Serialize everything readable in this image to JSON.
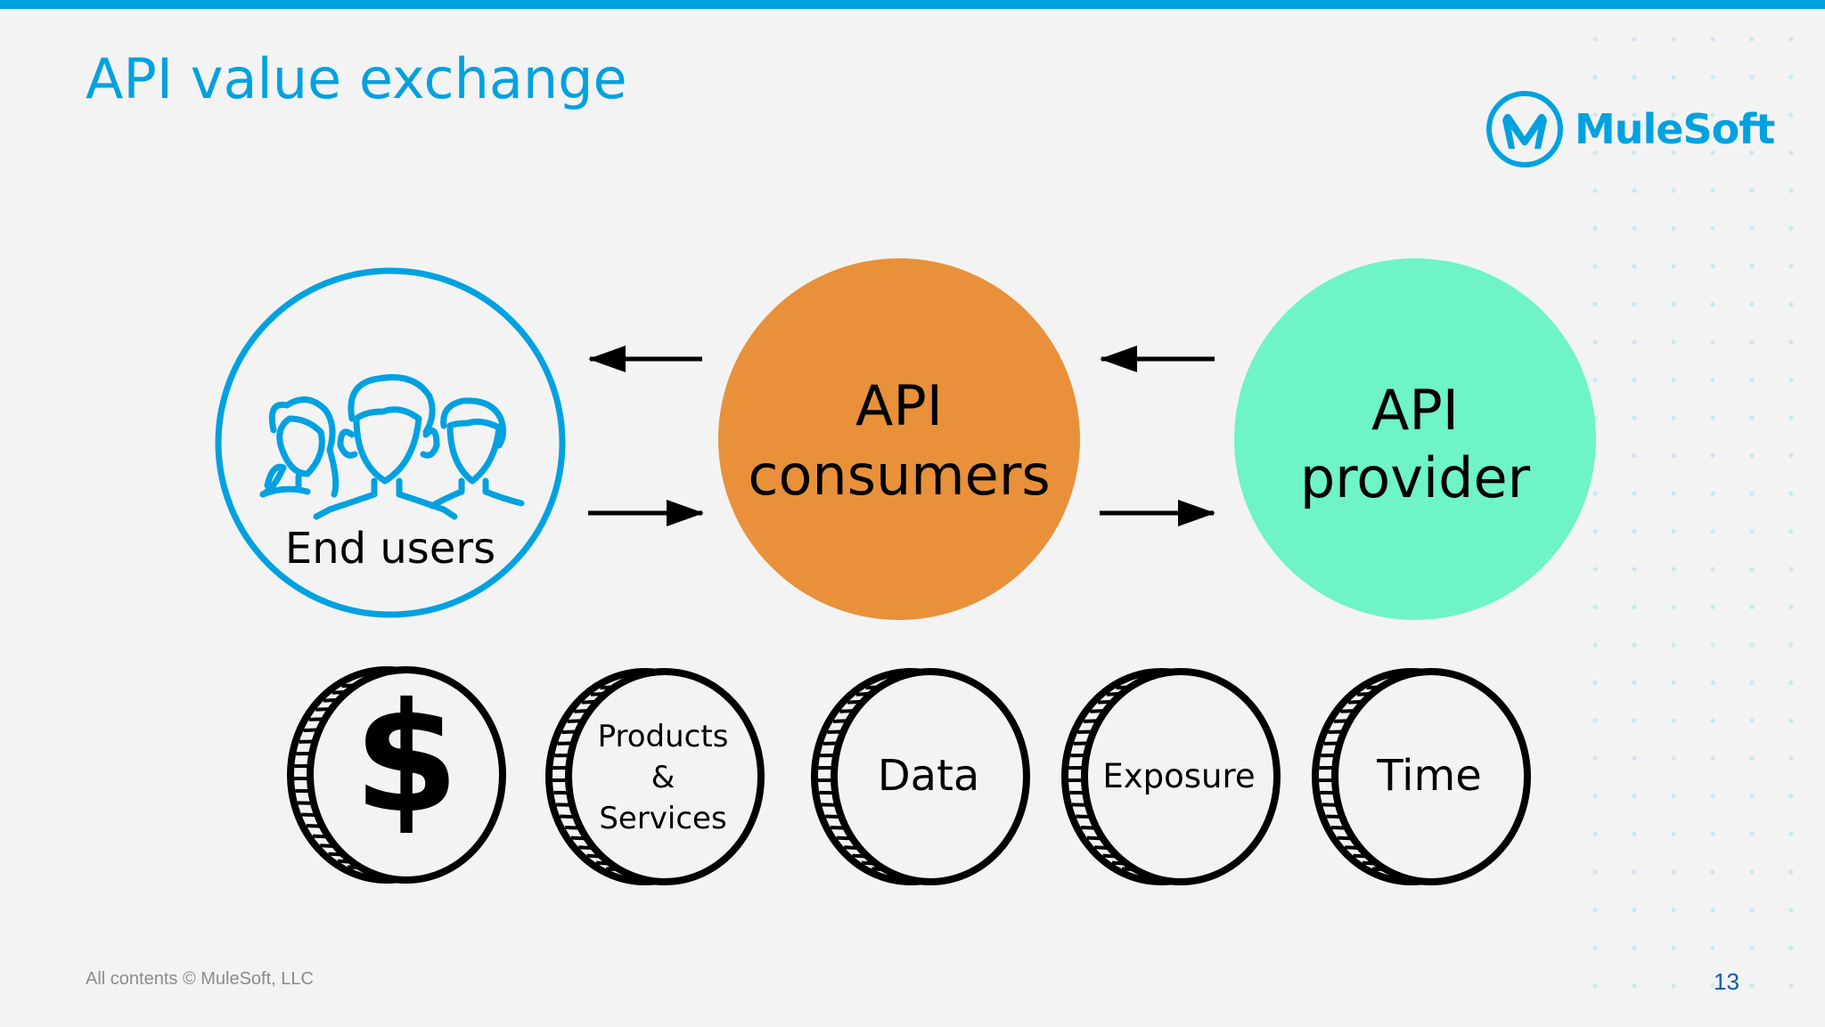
{
  "slide": {
    "title": "API value exchange",
    "brand": "MuleSoft",
    "footer": "All contents © MuleSoft, LLC",
    "page_number": "13"
  },
  "nodes": {
    "end_users": {
      "label": "End users",
      "icon": "people-group-icon",
      "border_color": "#00a1e0"
    },
    "consumers": {
      "line1": "API",
      "line2": "consumers",
      "fill": "#e8913a"
    },
    "provider": {
      "line1": "API",
      "line2": "provider",
      "fill": "#6ef4c6"
    }
  },
  "coins": {
    "dollar": {
      "symbol": "$"
    },
    "products": {
      "line1": "Products",
      "line2": "&",
      "line3": "Services"
    },
    "data": {
      "label": "Data"
    },
    "exposure": {
      "label": "Exposure"
    },
    "time": {
      "label": "Time"
    }
  },
  "colors": {
    "accent": "#00a1e0",
    "page_number": "#0b5cab",
    "background": "#f3f3f3"
  }
}
